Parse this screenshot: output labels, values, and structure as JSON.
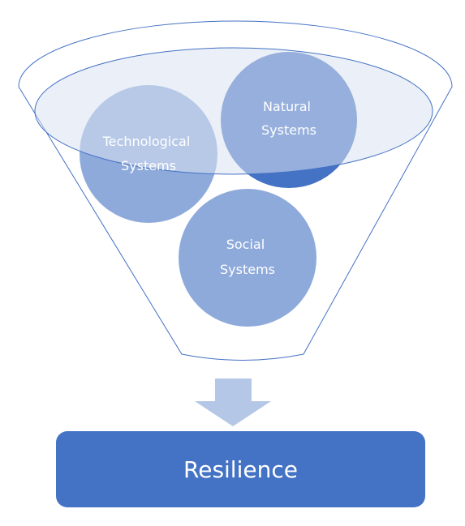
{
  "funnel": {
    "inputs": [
      {
        "line1": "Technological",
        "line2": "Systems"
      },
      {
        "line1": "Natural",
        "line2": "Systems"
      },
      {
        "line1": "Social",
        "line2": "Systems"
      }
    ]
  },
  "result": {
    "label": "Resilience"
  },
  "colors": {
    "funnel_stroke": "#4472c4",
    "funnel_top_fill": "#dae1f0",
    "circle_dark": "#4472c4",
    "circle_light": "#8eaadb",
    "arrow": "#b4c7e7",
    "result_box": "#4472c4",
    "text": "#ffffff"
  }
}
